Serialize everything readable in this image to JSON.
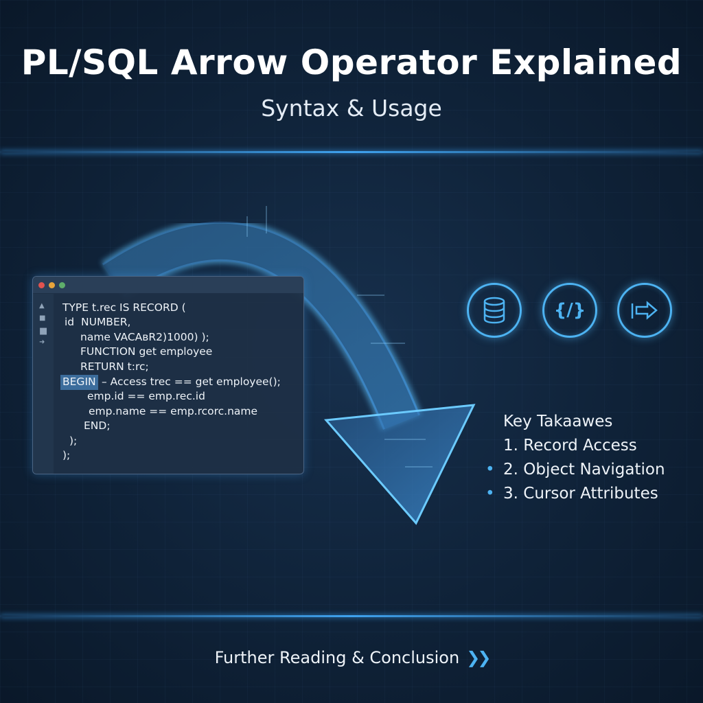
{
  "header": {
    "title": "PL/SQL Arrow Operator Explained",
    "subtitle": "Syntax & Usage"
  },
  "editor": {
    "window_dots": [
      "#e0534f",
      "#e8a43b",
      "#5fae6b"
    ],
    "lines": [
      "TYPE t.rec IS RECORD (",
      "id  NUMBER,",
      "name VACAвR2)1000) );",
      "FUNCTION get employee",
      "RETURN t:rc;",
      "BEGIN",
      "– Access trec == get employee();",
      "emp.id == emp.rec.id",
      "emp.name == emp.rcorc.name",
      "END;",
      ");",
      ");"
    ]
  },
  "icons": [
    {
      "name": "database-icon"
    },
    {
      "name": "code-icon"
    },
    {
      "name": "arrow-right-icon"
    }
  ],
  "takeaways": {
    "heading": "Key Takaawes",
    "items": [
      "1. Record Access",
      "2. Object Navigation",
      "3. Cursor Attributes"
    ]
  },
  "footer": {
    "label": "Further Reading & Conclusion",
    "chevron": "❯❯"
  },
  "colors": {
    "accent": "#4db3f2",
    "background": "#0f2238"
  }
}
